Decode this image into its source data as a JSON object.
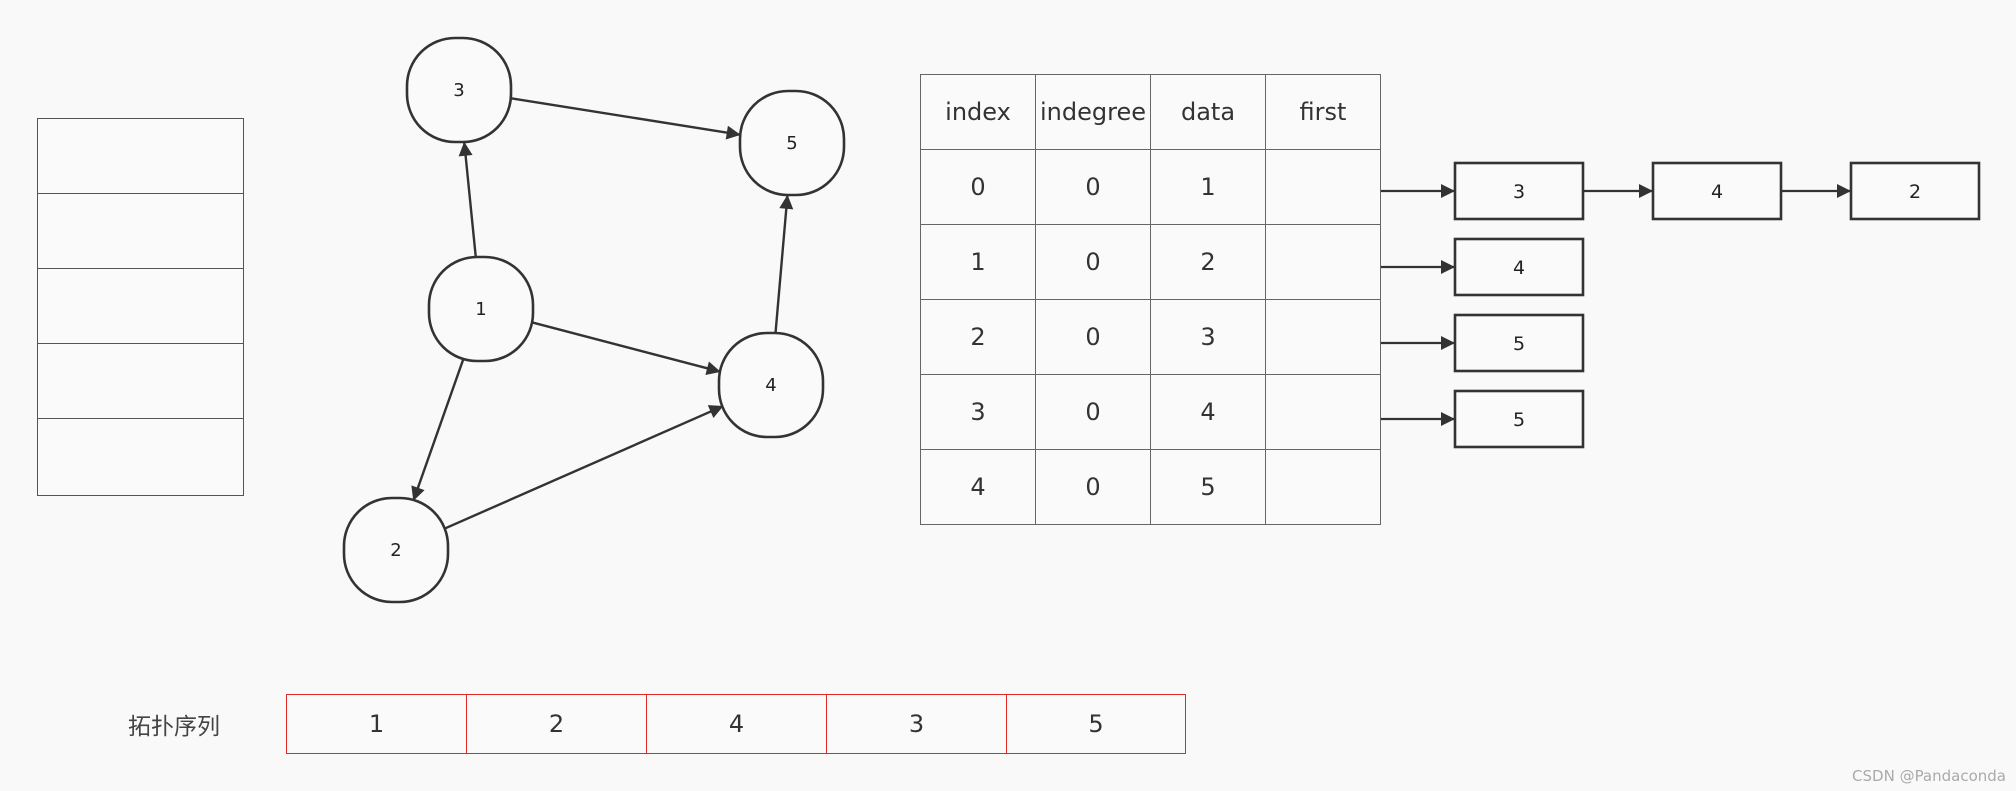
{
  "graph": {
    "nodes": [
      {
        "id": "n1",
        "label": "1"
      },
      {
        "id": "n2",
        "label": "2"
      },
      {
        "id": "n3",
        "label": "3"
      },
      {
        "id": "n4",
        "label": "4"
      },
      {
        "id": "n5",
        "label": "5"
      }
    ],
    "edges": [
      {
        "from": "n1",
        "to": "n3"
      },
      {
        "from": "n1",
        "to": "n4"
      },
      {
        "from": "n1",
        "to": "n2"
      },
      {
        "from": "n2",
        "to": "n4"
      },
      {
        "from": "n3",
        "to": "n5"
      },
      {
        "from": "n4",
        "to": "n5"
      }
    ]
  },
  "adjacency_table": {
    "headers": [
      "index",
      "indegree",
      "data",
      "first"
    ],
    "rows": [
      {
        "index": "0",
        "indegree": "0",
        "data": "1",
        "first": ""
      },
      {
        "index": "1",
        "indegree": "0",
        "data": "2",
        "first": ""
      },
      {
        "index": "2",
        "indegree": "0",
        "data": "3",
        "first": ""
      },
      {
        "index": "3",
        "indegree": "0",
        "data": "4",
        "first": ""
      },
      {
        "index": "4",
        "indegree": "0",
        "data": "5",
        "first": ""
      }
    ]
  },
  "edge_lists": [
    {
      "row": 0,
      "nodes": [
        "3",
        "4",
        "2"
      ]
    },
    {
      "row": 1,
      "nodes": [
        "4"
      ]
    },
    {
      "row": 2,
      "nodes": [
        "5"
      ]
    },
    {
      "row": 3,
      "nodes": [
        "5"
      ]
    }
  ],
  "stack": {
    "cells": [
      "",
      "",
      "",
      "",
      ""
    ]
  },
  "topological_order": {
    "label": "拓扑序列",
    "values": [
      "1",
      "2",
      "4",
      "3",
      "5"
    ]
  },
  "watermark": "CSDN @Pandaconda",
  "colors": {
    "stroke": "#333333",
    "topo_border": "#e32626"
  }
}
